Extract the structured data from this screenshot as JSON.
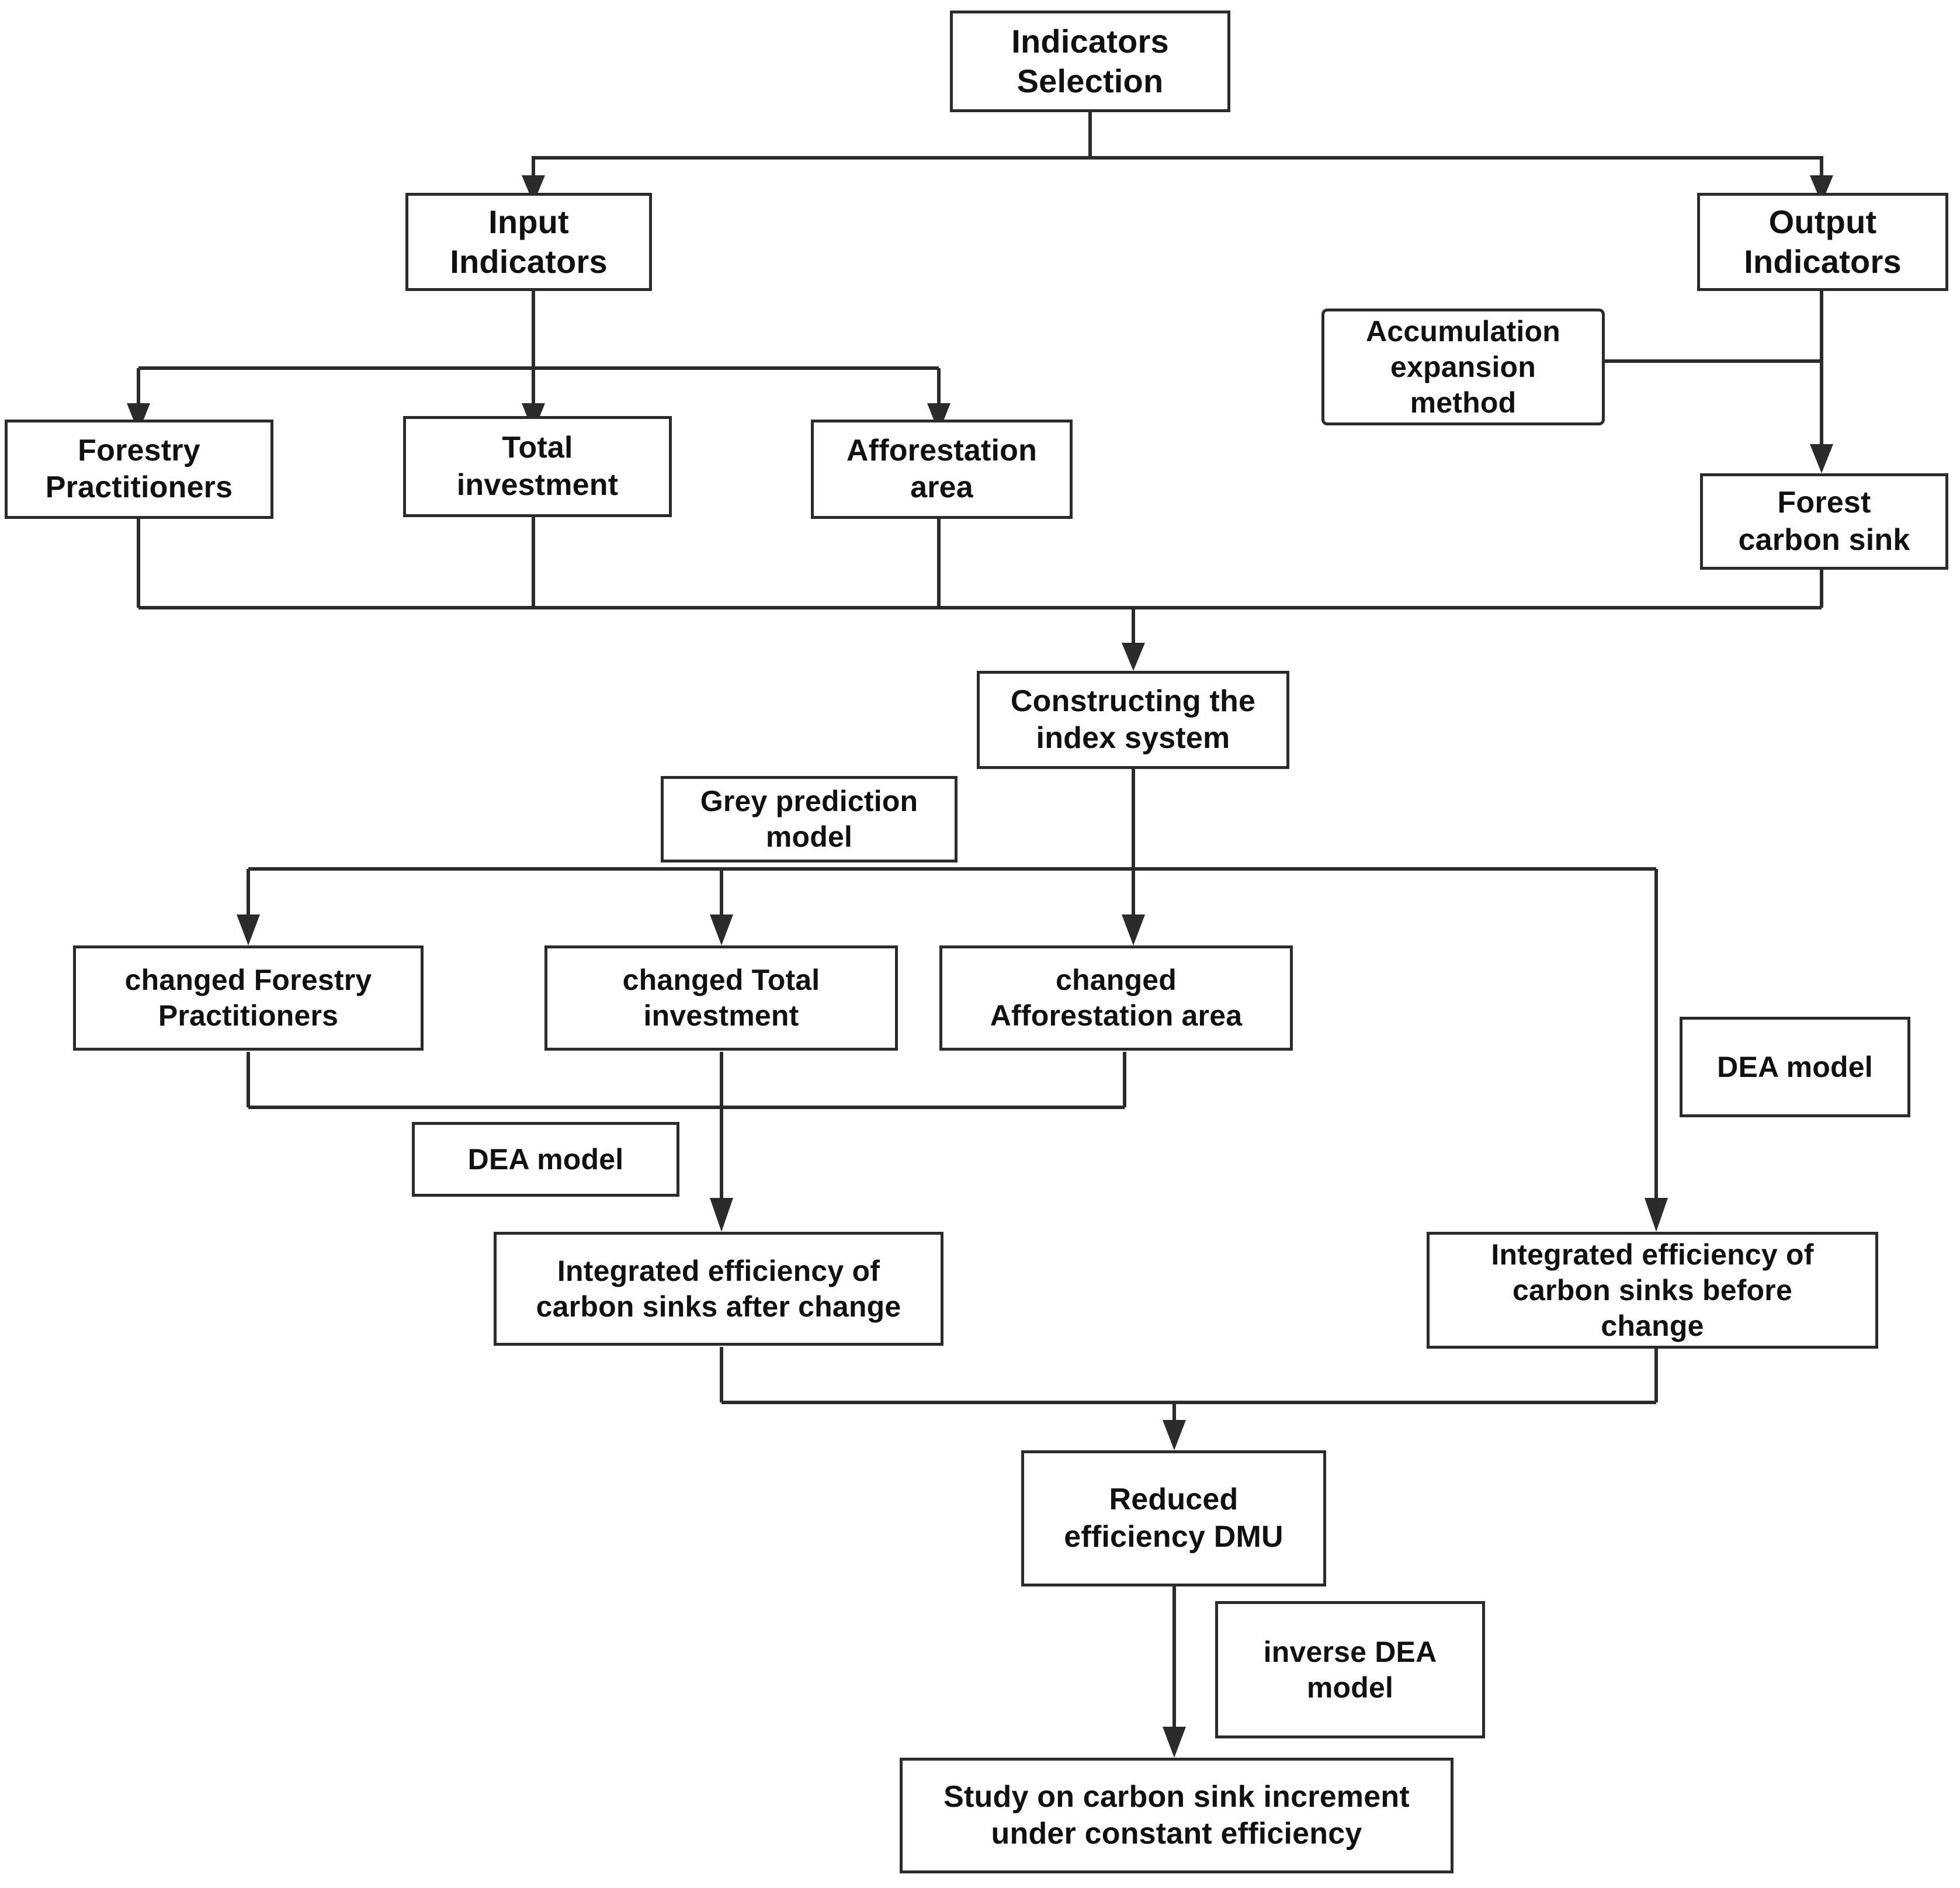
{
  "diagram": {
    "title": "Research framework flowchart for forest carbon sink efficiency",
    "type": "flowchart",
    "background_color": "#ffffff",
    "line_color": "#2b2b2b",
    "text_color": "#111111"
  },
  "nodes": {
    "indicators_selection": {
      "line1": "Indicators",
      "line2": "Selection"
    },
    "input_indicators": {
      "line1": "Input",
      "line2": "Indicators"
    },
    "output_indicators": {
      "line1": "Output",
      "line2": "Indicators"
    },
    "forestry_practitioners": {
      "line1": "Forestry",
      "line2": "Practitioners"
    },
    "total_investment": {
      "line1": "Total",
      "line2": "investment"
    },
    "afforestation_area": {
      "line1": "Afforestation",
      "line2": "area"
    },
    "accumulation_expansion_method": {
      "line1": "Accumulation",
      "line2": "expansion",
      "line3": "method"
    },
    "forest_carbon_sink": {
      "line1": "Forest",
      "line2": "carbon sink"
    },
    "constructing_index_system": {
      "line1": "Constructing the",
      "line2": "index system"
    },
    "grey_prediction_model": {
      "line1": "Grey prediction",
      "line2": "model"
    },
    "changed_forestry_practitioners": {
      "line1": "changed Forestry",
      "line2": "Practitioners"
    },
    "changed_total_investment": {
      "line1": "changed Total",
      "line2": "investment"
    },
    "changed_afforestation_area": {
      "line1": "changed",
      "line2": "Afforestation area"
    },
    "dea_model_right": {
      "line1": "DEA model"
    },
    "dea_model_left": {
      "line1": "DEA model"
    },
    "efficiency_after_change": {
      "line1": "Integrated efficiency of",
      "line2": "carbon sinks after change"
    },
    "efficiency_before_change": {
      "line1": "Integrated efficiency of",
      "line2": "carbon sinks before",
      "line3": "change"
    },
    "reduced_efficiency_dmu": {
      "line1": "Reduced",
      "line2": "efficiency DMU"
    },
    "inverse_dea_model": {
      "line1": "inverse DEA",
      "line2": "model"
    },
    "final_study": {
      "line1": "Study on carbon sink increment",
      "line2": "under constant efficiency"
    }
  },
  "edges": [
    {
      "from": "indicators_selection",
      "to": "input_indicators"
    },
    {
      "from": "indicators_selection",
      "to": "output_indicators"
    },
    {
      "from": "input_indicators",
      "to": "forestry_practitioners"
    },
    {
      "from": "input_indicators",
      "to": "total_investment"
    },
    {
      "from": "input_indicators",
      "to": "afforestation_area"
    },
    {
      "from": "output_indicators",
      "to": "accumulation_expansion_method"
    },
    {
      "from": "output_indicators",
      "to": "forest_carbon_sink"
    },
    {
      "from": "forestry_practitioners",
      "to": "constructing_index_system"
    },
    {
      "from": "total_investment",
      "to": "constructing_index_system"
    },
    {
      "from": "afforestation_area",
      "to": "constructing_index_system"
    },
    {
      "from": "forest_carbon_sink",
      "to": "constructing_index_system"
    },
    {
      "from": "constructing_index_system",
      "to": "changed_forestry_practitioners"
    },
    {
      "from": "constructing_index_system",
      "to": "changed_total_investment"
    },
    {
      "from": "constructing_index_system",
      "to": "changed_afforestation_area"
    },
    {
      "from": "constructing_index_system",
      "to": "efficiency_before_change"
    },
    {
      "from": "changed_forestry_practitioners",
      "to": "efficiency_after_change"
    },
    {
      "from": "changed_total_investment",
      "to": "efficiency_after_change"
    },
    {
      "from": "changed_afforestation_area",
      "to": "efficiency_after_change"
    },
    {
      "from": "efficiency_after_change",
      "to": "reduced_efficiency_dmu"
    },
    {
      "from": "efficiency_before_change",
      "to": "reduced_efficiency_dmu"
    },
    {
      "from": "reduced_efficiency_dmu",
      "to": "final_study"
    }
  ]
}
